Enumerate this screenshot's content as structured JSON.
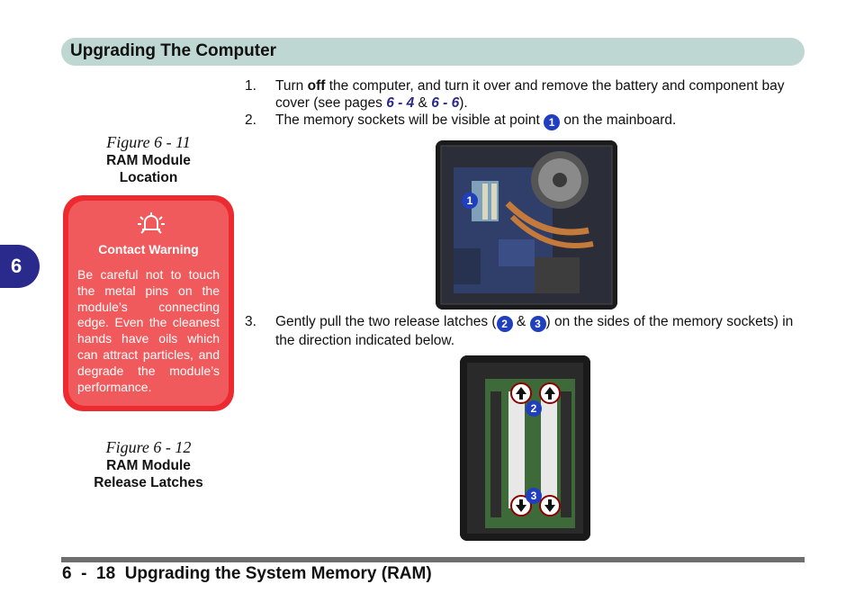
{
  "header": {
    "title": "Upgrading The Computer"
  },
  "chapter_tab": {
    "number": "6"
  },
  "steps": {
    "s1_num": "1.",
    "s1_a": "Turn ",
    "s1_bold": "off",
    "s1_b": " the computer, and turn it over and remove the battery and component bay cover (see pages ",
    "s1_ref1": "6 - 4",
    "s1_c": " & ",
    "s1_ref2": "6 - 6",
    "s1_d": ").",
    "s2_num": "2.",
    "s2_a": "The memory sockets will be visible at point ",
    "s2_callout": "1",
    "s2_b": " on the mainboard.",
    "s3_num": "3.",
    "s3_a": "Gently pull the two release latches (",
    "s3_callout1": "2",
    "s3_b": " & ",
    "s3_callout2": "3",
    "s3_c": ") on the sides of the memory sockets) in the direction indicated below."
  },
  "figure1": {
    "caption": "Figure 6 - 11",
    "title_line1": "RAM Module",
    "title_line2": "Location"
  },
  "warning": {
    "title": "Contact Warning",
    "body": "Be careful not to touch the metal pins on the module’s connecting edge. Even the cleanest hands have oils which can attract particles, and degrade the module’s performance."
  },
  "figure2": {
    "caption": "Figure 6 - 12",
    "title_line1": "RAM Module",
    "title_line2": "Release Latches"
  },
  "photo1": {
    "callout": "1"
  },
  "photo2": {
    "callout_top": "2",
    "callout_bottom": "3"
  },
  "footer": {
    "text": "6  -  18  Upgrading the System Memory (RAM)"
  },
  "colors": {
    "accent": "#2a2a8c",
    "header_bg": "#bfd7d3",
    "warning": "#ec2a2f",
    "callout": "#1f3fbf"
  }
}
